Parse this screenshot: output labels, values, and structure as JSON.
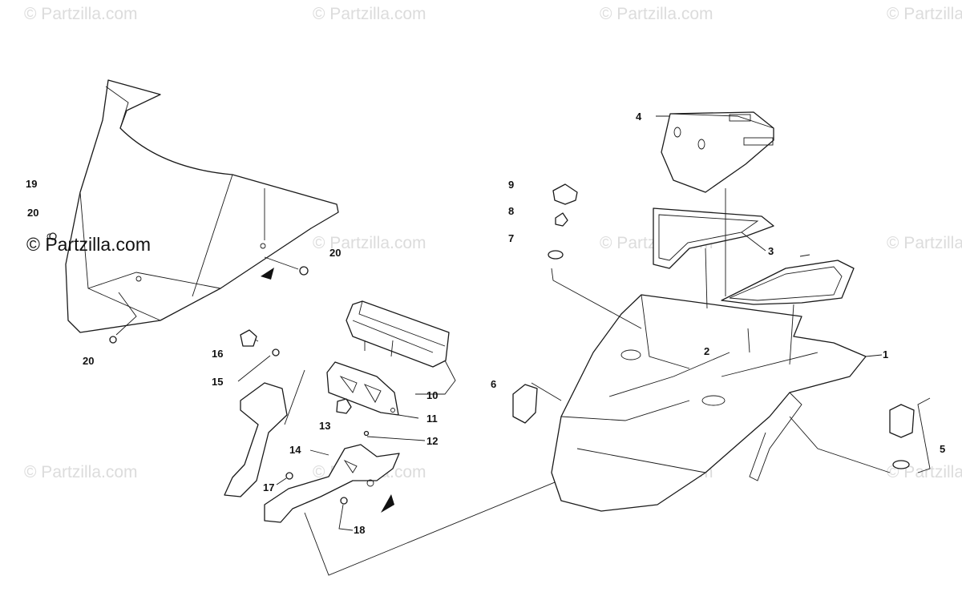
{
  "watermark": {
    "text": "© Partzilla.com",
    "copies": 12,
    "color": "#dcdcdc"
  },
  "brand": {
    "text": "© Partzilla.com"
  },
  "callouts": {
    "c1": "1",
    "c2": "2",
    "c3": "3",
    "c4": "4",
    "c5": "5",
    "c6": "6",
    "c7": "7",
    "c8": "8",
    "c9": "9",
    "c10": "10",
    "c11": "11",
    "c12": "12",
    "c13": "13",
    "c14": "14",
    "c15": "15",
    "c16": "16",
    "c17": "17",
    "c18": "18",
    "c19": "19",
    "c20a": "20",
    "c20b": "20",
    "c20c": "20"
  }
}
